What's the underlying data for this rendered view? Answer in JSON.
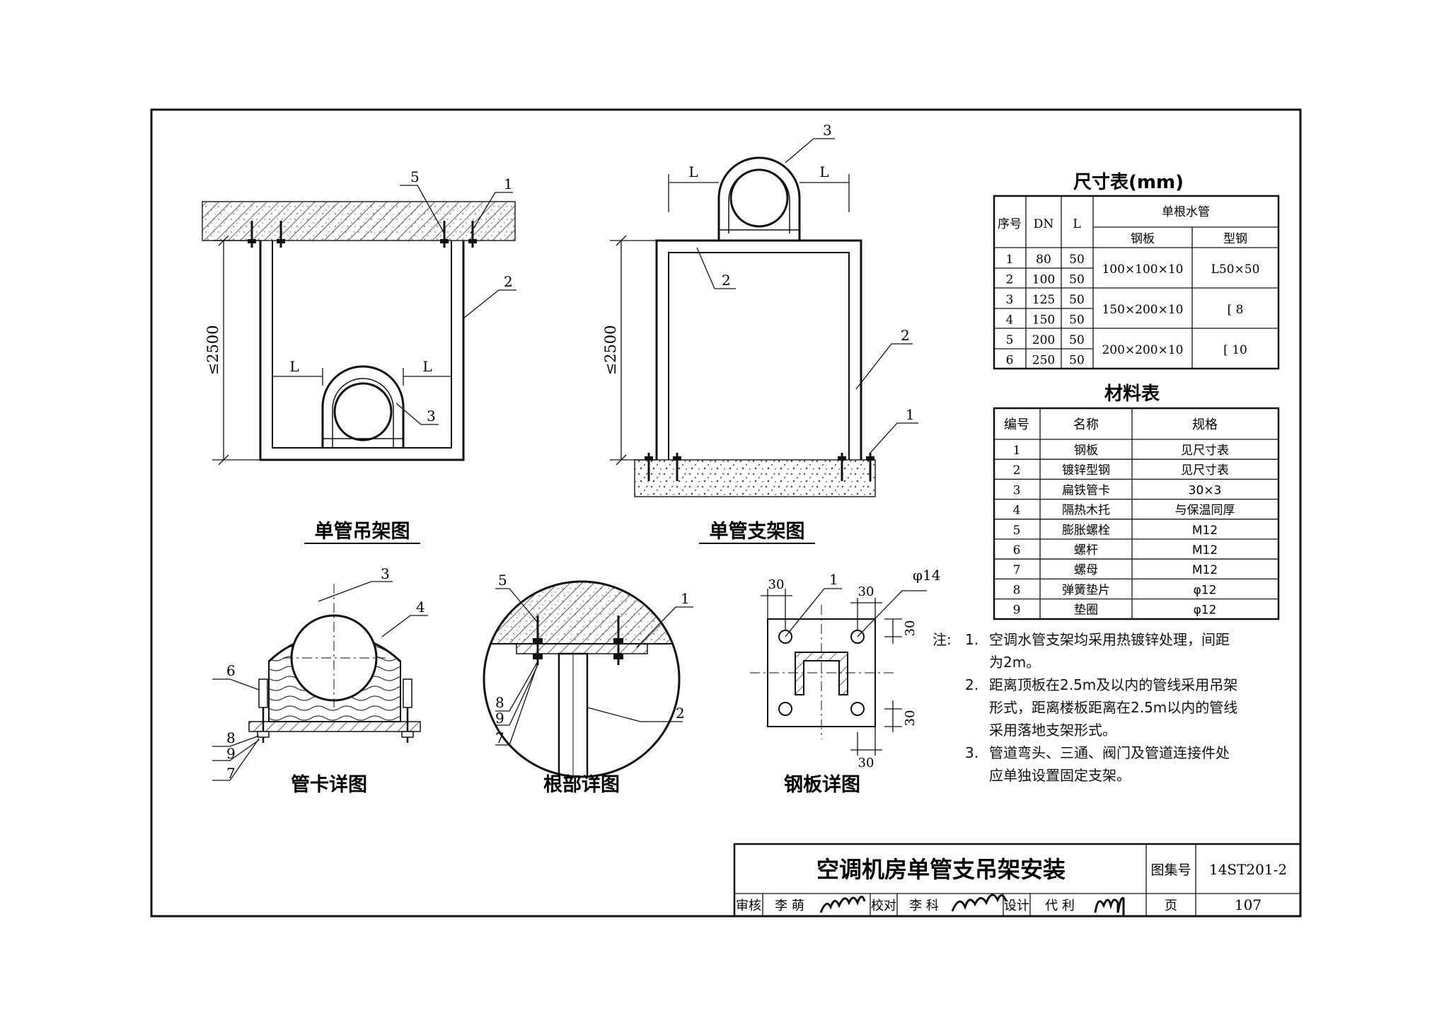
{
  "views": {
    "hanger_title": "单管吊架图",
    "support_title": "单管支架图",
    "clamp_title": "管卡详图",
    "root_title": "根部详图",
    "plate_title": "钢板详图"
  },
  "dims": {
    "height_limit": "≤2500",
    "L": "L",
    "d30": "30",
    "phi14": "φ14"
  },
  "callouts": [
    "1",
    "2",
    "3",
    "4",
    "5",
    "6",
    "7",
    "8",
    "9"
  ],
  "size_table": {
    "title": "尺寸表(mm)",
    "col_no": "序号",
    "col_dn": "DN",
    "col_l": "L",
    "col_group": "单根水管",
    "col_plate": "钢板",
    "col_steel": "型钢",
    "rows": [
      {
        "no": "1",
        "dn": "80",
        "l": "50"
      },
      {
        "no": "2",
        "dn": "100",
        "l": "50"
      },
      {
        "no": "3",
        "dn": "125",
        "l": "50"
      },
      {
        "no": "4",
        "dn": "150",
        "l": "50"
      },
      {
        "no": "5",
        "dn": "200",
        "l": "50"
      },
      {
        "no": "6",
        "dn": "250",
        "l": "50"
      }
    ],
    "groups": [
      {
        "plate": "100×100×10",
        "steel": "L50×50"
      },
      {
        "plate": "150×200×10",
        "steel": "[ 8"
      },
      {
        "plate": "200×200×10",
        "steel": "[ 10"
      }
    ]
  },
  "material_table": {
    "title": "材料表",
    "col_no": "编号",
    "col_name": "名称",
    "col_spec": "规格",
    "rows": [
      {
        "no": "1",
        "name": "钢板",
        "spec": "见尺寸表"
      },
      {
        "no": "2",
        "name": "镀锌型钢",
        "spec": "见尺寸表"
      },
      {
        "no": "3",
        "name": "扁铁管卡",
        "spec": "30×3"
      },
      {
        "no": "4",
        "name": "隔热木托",
        "spec": "与保温同厚"
      },
      {
        "no": "5",
        "name": "膨胀螺栓",
        "spec": "M12"
      },
      {
        "no": "6",
        "name": "螺杆",
        "spec": "M12"
      },
      {
        "no": "7",
        "name": "螺母",
        "spec": "M12"
      },
      {
        "no": "8",
        "name": "弹簧垫片",
        "spec": "φ12"
      },
      {
        "no": "9",
        "name": "垫圈",
        "spec": "φ12"
      }
    ]
  },
  "notes": {
    "label": "注:",
    "items": [
      {
        "num": "1.",
        "lines": [
          "空调水管支架均采用热镀锌处理，间距",
          "为2m。"
        ]
      },
      {
        "num": "2.",
        "lines": [
          "距离顶板在2.5m及以内的管线采用吊架",
          "形式，距离楼板距离在2.5m以内的管线",
          "采用落地支架形式。"
        ]
      },
      {
        "num": "3.",
        "lines": [
          "管道弯头、三通、阀门及管道连接件处",
          "应单独设置固定支架。"
        ]
      }
    ]
  },
  "title_block": {
    "title": "空调机房单管支吊架安装",
    "atlas_label": "图集号",
    "atlas_no": "14ST201-2",
    "review_label": "审核",
    "reviewer": "李  萌",
    "check_label": "校对",
    "checker": "李  科",
    "design_label": "设计",
    "designer": "代  利",
    "page_label": "页",
    "page_no": "107"
  }
}
